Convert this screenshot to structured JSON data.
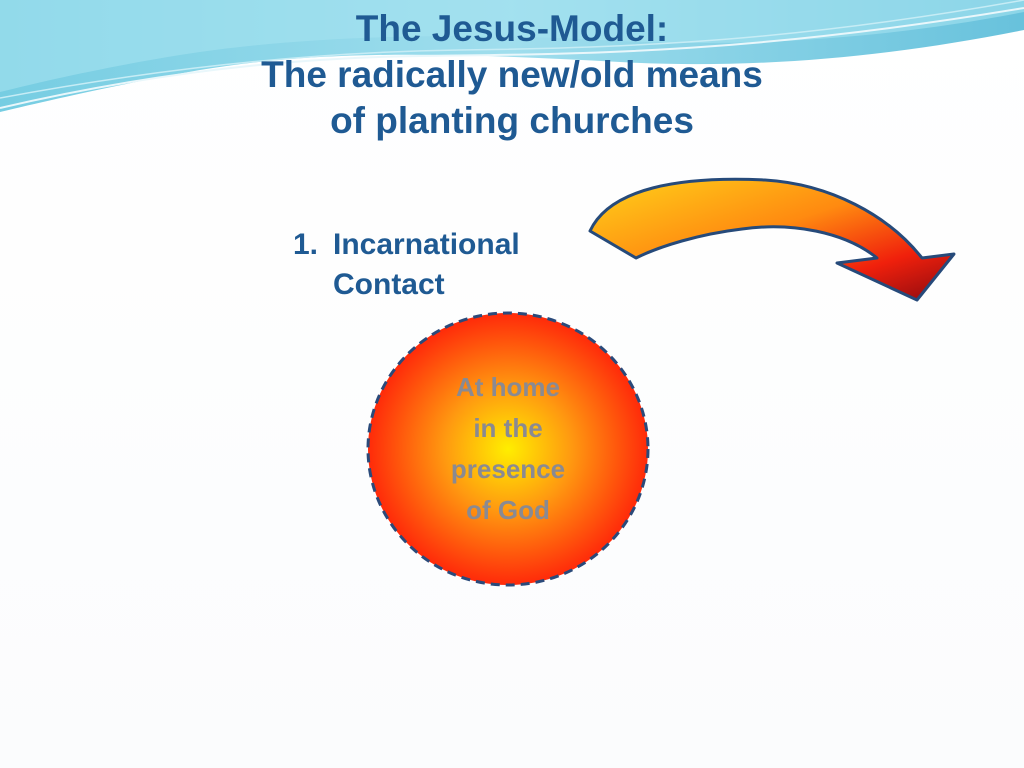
{
  "slide": {
    "title_lines": [
      "The Jesus-Model:",
      "The radically new/old means",
      "of planting churches"
    ],
    "bullet": {
      "number": "1.",
      "text_lines": [
        "Incarnational",
        "Contact"
      ]
    },
    "circle": {
      "label": "At home\nin the\npresence\nof God"
    },
    "arrow": {
      "direction": "curved-right-down"
    }
  },
  "colors": {
    "title": "#1f5a93",
    "circle_center": "#ffee00",
    "circle_edge": "#ff2a0a",
    "circle_border": "#2a4a7a",
    "arrow_start": "#ffd21a",
    "arrow_end": "#8b0a10",
    "label": "#8a8a92"
  }
}
